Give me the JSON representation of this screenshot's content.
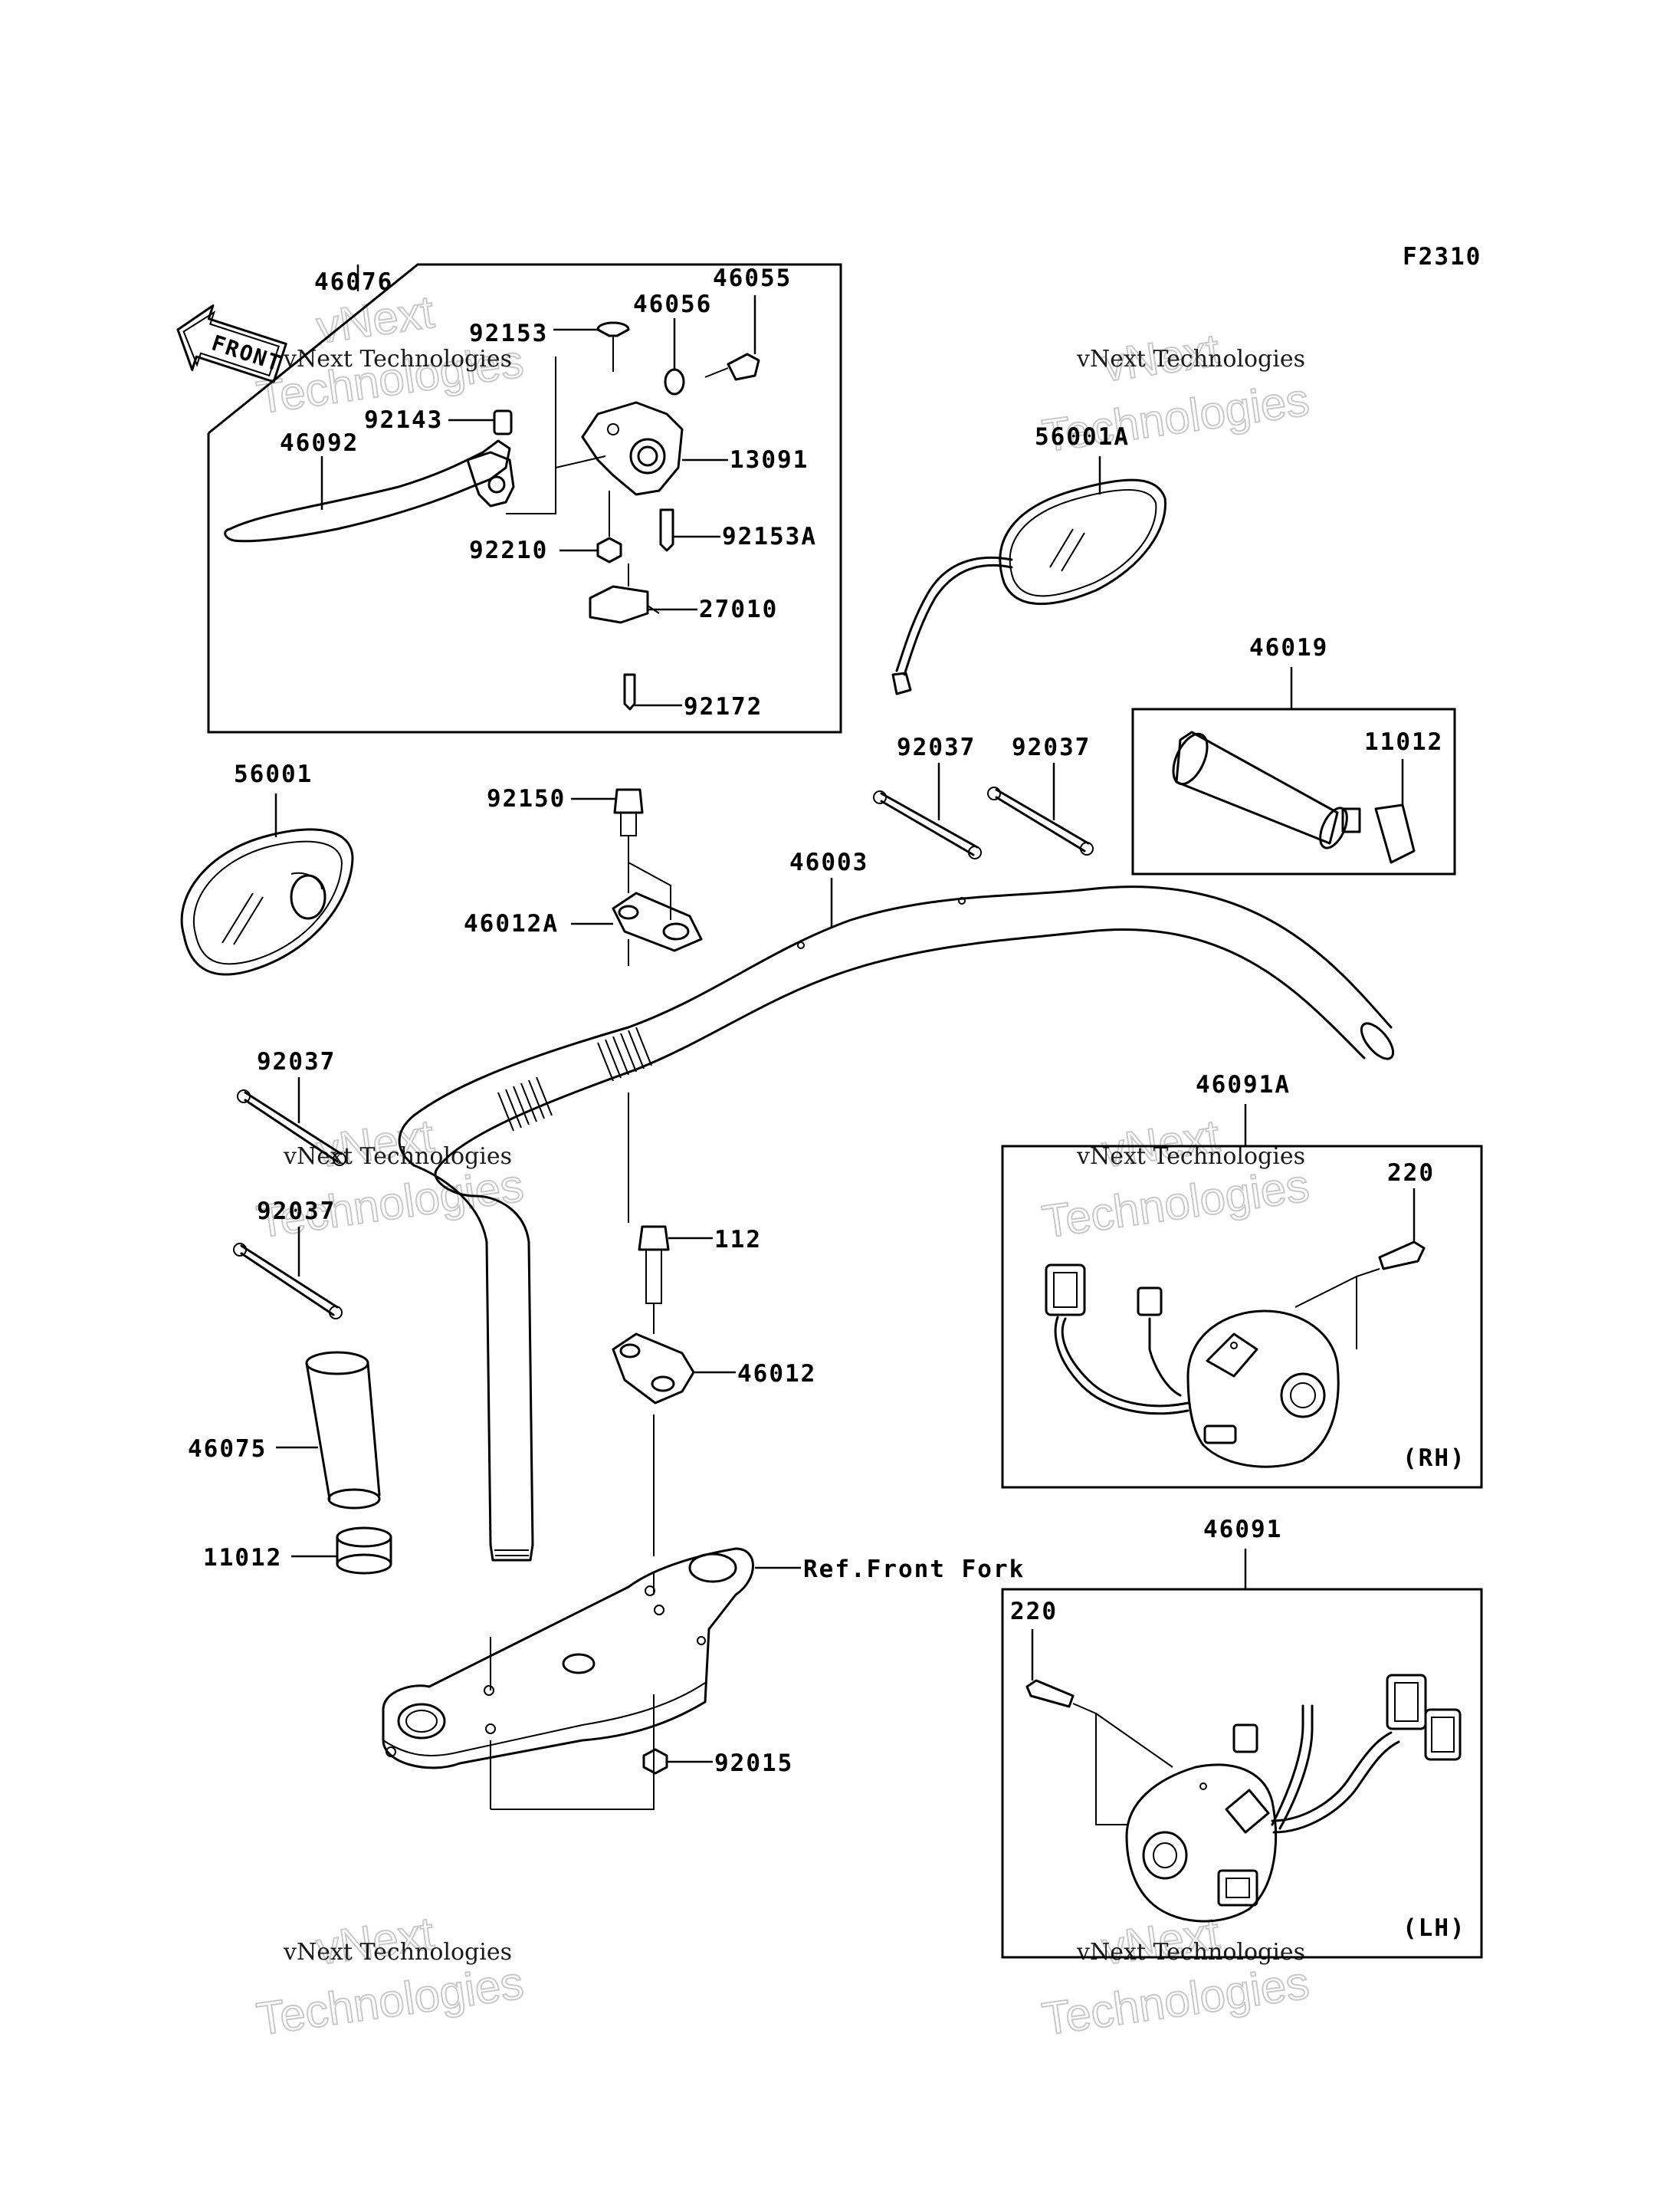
{
  "figure_code": "F2310",
  "front_arrow_label": "FRONT",
  "watermark": {
    "line1": "vNext Technologies",
    "big1": "vNext",
    "big2": "Technologies"
  },
  "parts": {
    "p46076": "46076",
    "p46055": "46055",
    "p46056": "46056",
    "p92153": "92153",
    "p92143": "92143",
    "p46092": "46092",
    "p13091": "13091",
    "p92210": "92210",
    "p92153A": "92153A",
    "p27010": "27010",
    "p92172": "92172",
    "p56001A": "56001A",
    "p46019": "46019",
    "p11012_top": "11012",
    "p56001": "56001",
    "p92150": "92150",
    "p46012A": "46012A",
    "p46003": "46003",
    "p92037_a": "92037",
    "p92037_b": "92037",
    "p92037_c": "92037",
    "p92037_d": "92037",
    "p46091A": "46091A",
    "p220_a": "220",
    "p112": "112",
    "p46012": "46012",
    "p46075": "46075",
    "p11012_bot": "11012",
    "ref_front_fork": "Ref.Front Fork",
    "p46091": "46091",
    "p220_b": "220",
    "p92015": "92015"
  },
  "side_labels": {
    "rh": "(RH)",
    "lh": "(LH)"
  }
}
